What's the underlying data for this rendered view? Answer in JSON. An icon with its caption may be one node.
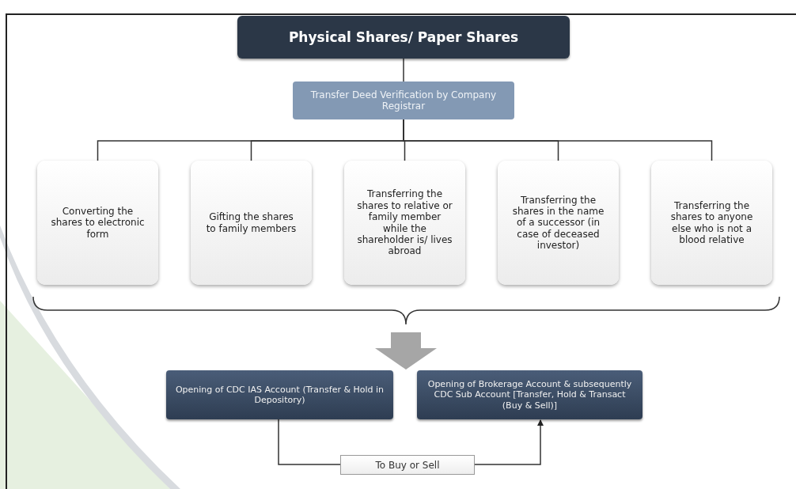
{
  "diagram": {
    "nodes": [
      {
        "text": [
          "Physical Shares/ Paper Shares"
        ]
      },
      {
        "text": [
          "Transfer Deed Verification by Company Registrar"
        ]
      },
      {
        "text": [
          "Converting the shares to electronic form"
        ]
      },
      {
        "text": [
          "Gifting the shares to family members"
        ]
      },
      {
        "text": [
          "Transferring the shares to relative or family member while the shareholder is/ lives abroad"
        ]
      },
      {
        "text": [
          "Transferring the shares in the name of a successor (in case of deceased investor)"
        ]
      },
      {
        "text": [
          "Transferring the shares to anyone else who is not a blood relative"
        ]
      },
      {
        "text": [
          "Opening of CDC IAS Account (Transfer & Hold in Depository)"
        ]
      },
      {
        "text": [
          "Opening of Brokerage Account & subsequently CDC Sub Account [Transfer, Hold & Transact (Buy & Sell)]"
        ]
      }
    ],
    "edges": [
      {
        "from": 0,
        "to": 1,
        "arrow": "none"
      },
      {
        "from": 1,
        "to": 2,
        "arrow": "none"
      },
      {
        "from": 1,
        "to": 3,
        "arrow": "none"
      },
      {
        "from": 1,
        "to": 4,
        "arrow": "none"
      },
      {
        "from": 1,
        "to": 5,
        "arrow": "none"
      },
      {
        "from": 1,
        "to": 6,
        "arrow": "none"
      },
      {
        "from": null,
        "to": 7,
        "arrow": "to",
        "style": "thick",
        "color": "#a6a6a6"
      },
      {
        "from": null,
        "to": 8,
        "arrow": "to",
        "style": "thick",
        "color": "#a6a6a6"
      },
      {
        "from": 7,
        "to": 8,
        "arrow": "to",
        "label": "To Buy or Sell"
      }
    ]
  }
}
